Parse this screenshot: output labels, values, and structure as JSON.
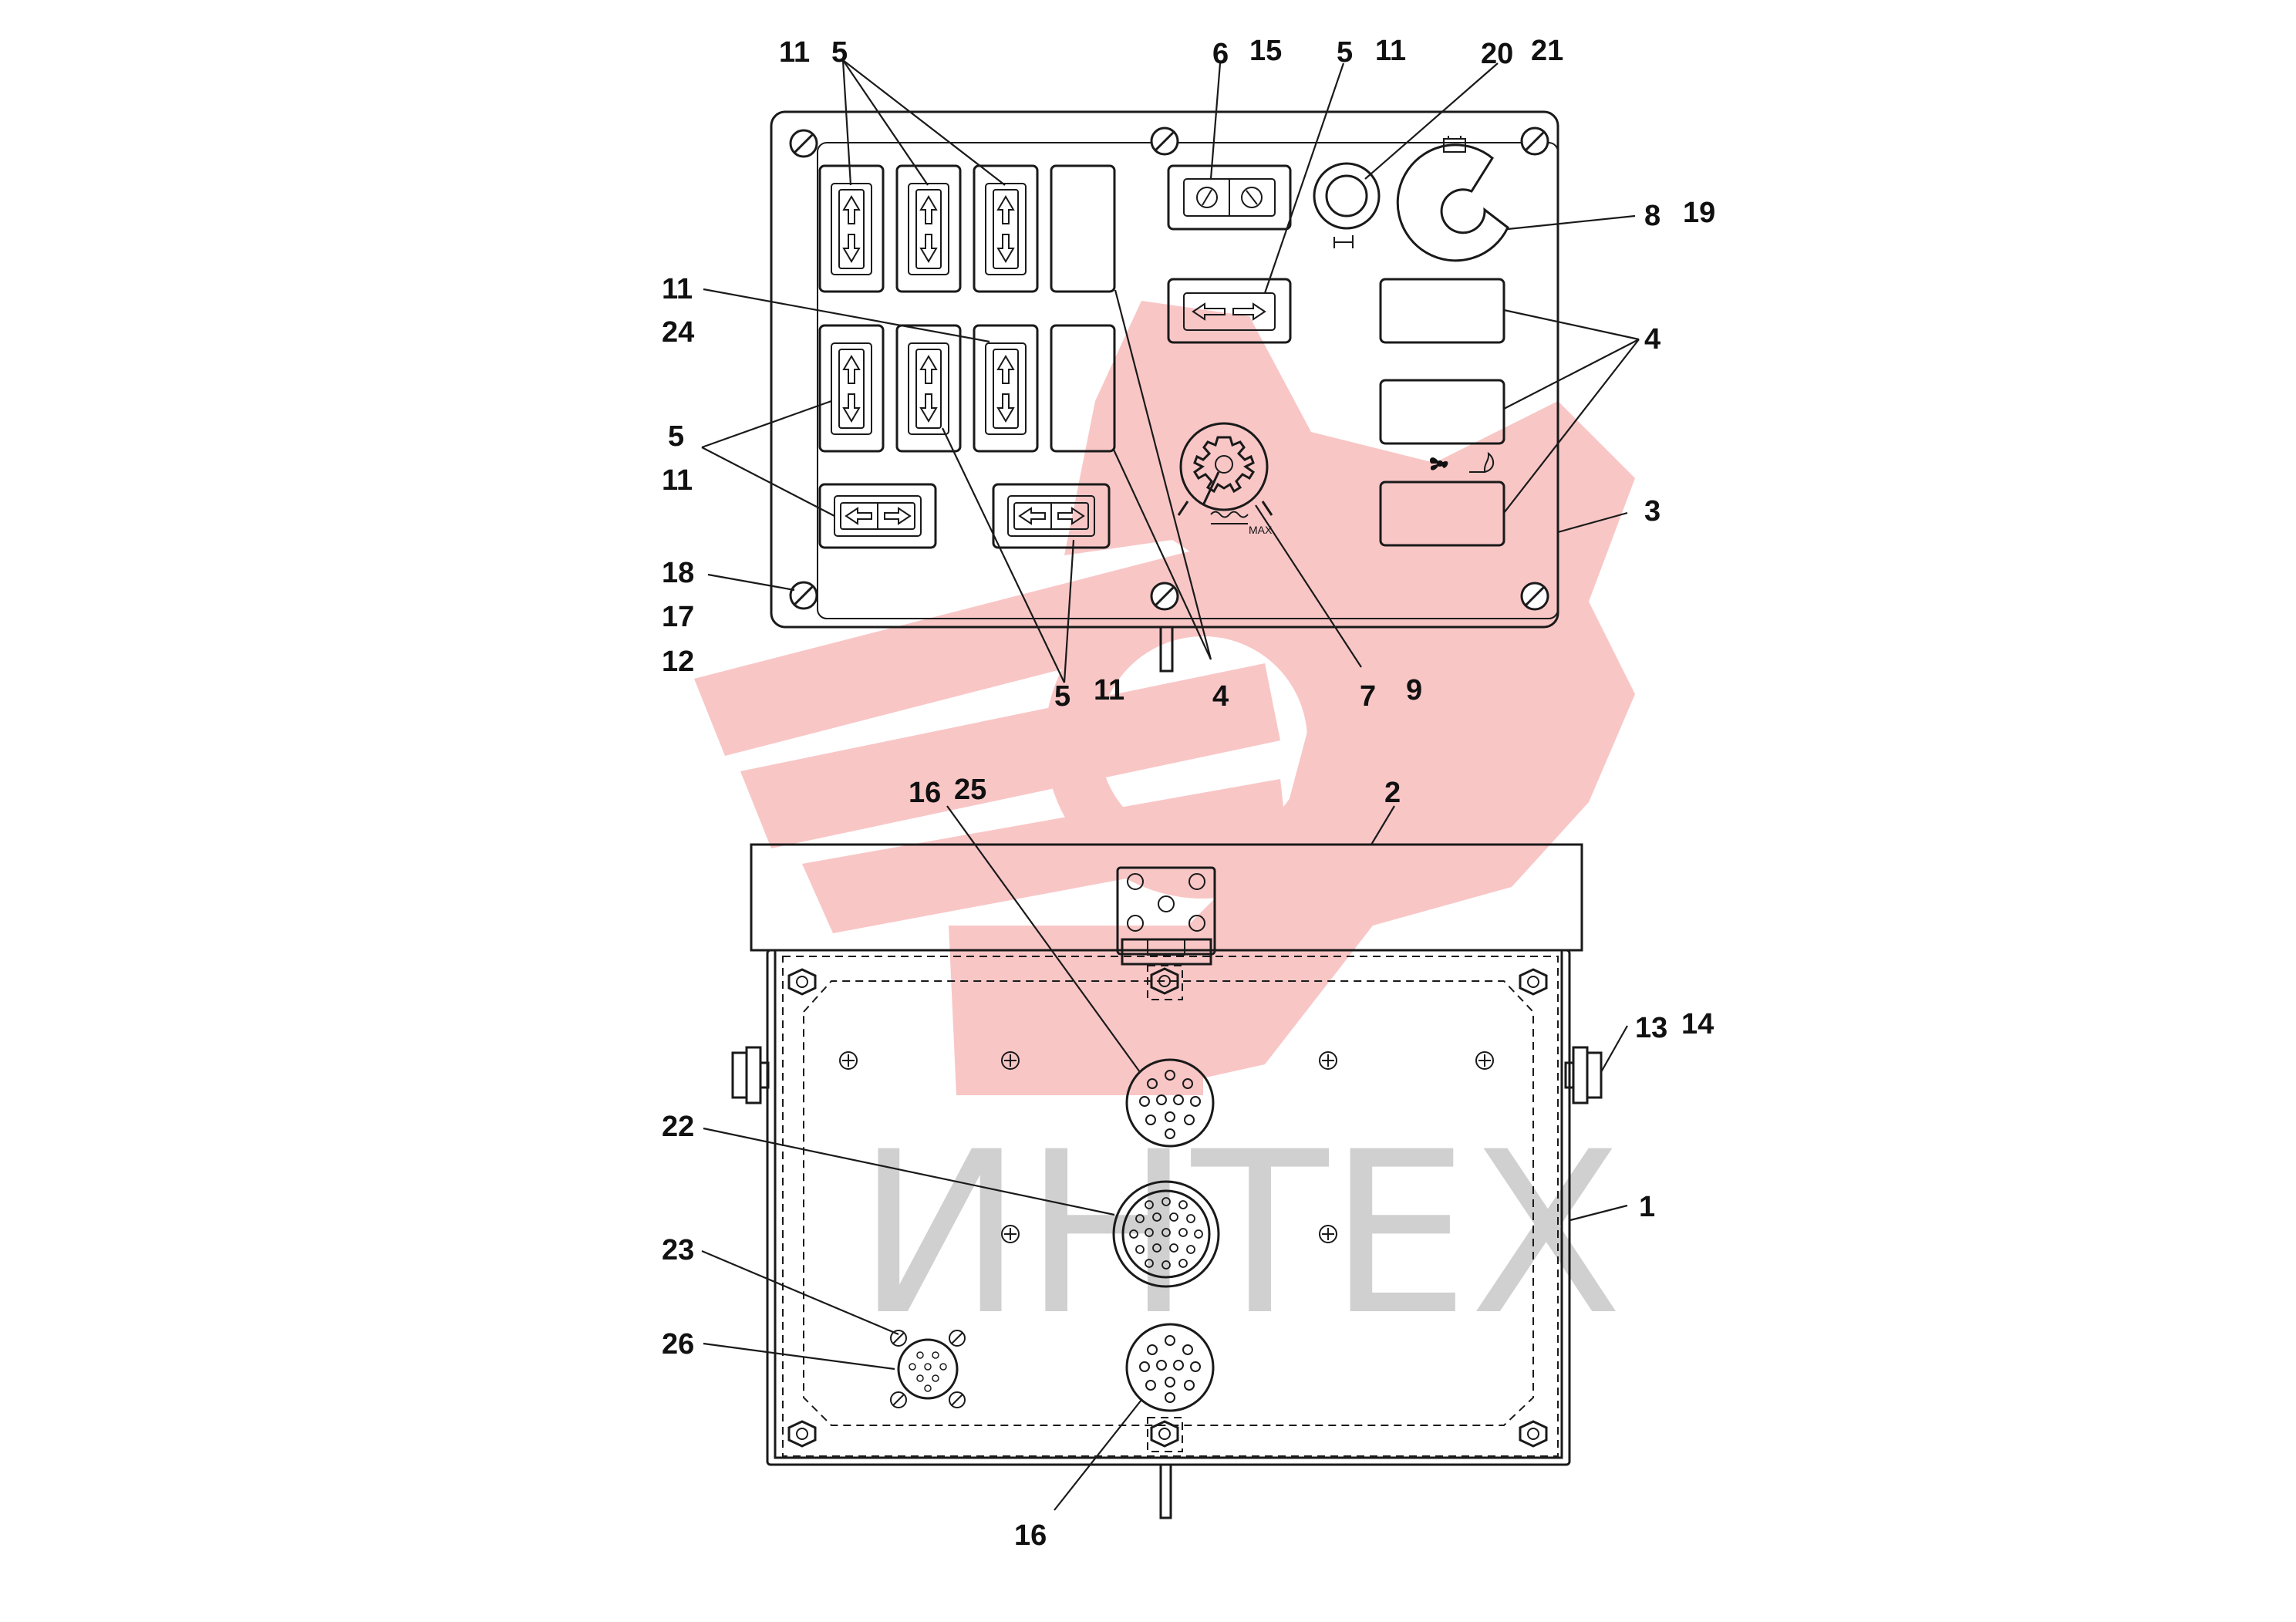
{
  "figure": {
    "watermark": {
      "text": "ИНТЕХ",
      "color": "#d0d0d0",
      "logo_color": "#f7b3b3"
    },
    "top_panel": {
      "callouts": {
        "c11_tl": "11",
        "c5_top": "5",
        "c6": "6",
        "c15": "15",
        "c5_topright": "5",
        "c11_topright": "11",
        "c20": "20",
        "c21": "21",
        "c8": "8",
        "c19": "19",
        "c11_left": "11",
        "c24": "24",
        "c4_right": "4",
        "c5_left": "5",
        "c11_left2": "11",
        "c3": "3",
        "c18": "18",
        "c17": "17",
        "c12": "12",
        "c5_bottom": "5",
        "c11_bottom": "11",
        "c4_bottom": "4",
        "c7": "7",
        "c9": "9"
      },
      "gauge_label": "MAX"
    },
    "bottom_panel": {
      "callouts": {
        "c16_top": "16",
        "c25": "25",
        "c2": "2",
        "c13": "13",
        "c14": "14",
        "c22": "22",
        "c1": "1",
        "c23": "23",
        "c26": "26",
        "c16_bottom": "16"
      }
    }
  }
}
